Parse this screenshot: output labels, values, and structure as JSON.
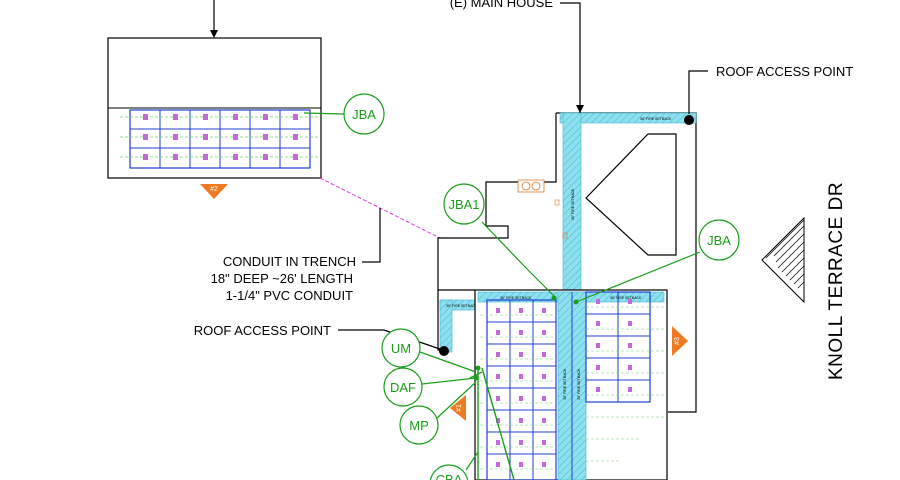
{
  "labels": {
    "main_house": "(E) MAIN HOUSE",
    "roof_access_point": "ROOF ACCESS POINT",
    "conduit_line1": "CONDUIT IN TRENCH",
    "conduit_line2": "18\" DEEP ~26' LENGTH",
    "conduit_line3": "1-1/4\" PVC CONDUIT",
    "street_name": "KNOLL TERRACE DR",
    "fire_setback": "36\" FIRE SETBACK"
  },
  "equipment_tags": {
    "jba": "JBA",
    "jba1": "JBA1",
    "um": "UM",
    "daf": "DAF",
    "mp": "MP",
    "cba": "CBA"
  },
  "roof_sections": {
    "r1": "#1",
    "r2": "#2",
    "r3": "#3"
  },
  "colors": {
    "tag_green": "#1a9e1a",
    "module_blue": "#1f3fd0",
    "setback_cyan": "#6fd6e8",
    "marker_orange": "#f07a22",
    "attachment_magenta": "#c46ad8",
    "trench_magenta": "#e040e0"
  }
}
